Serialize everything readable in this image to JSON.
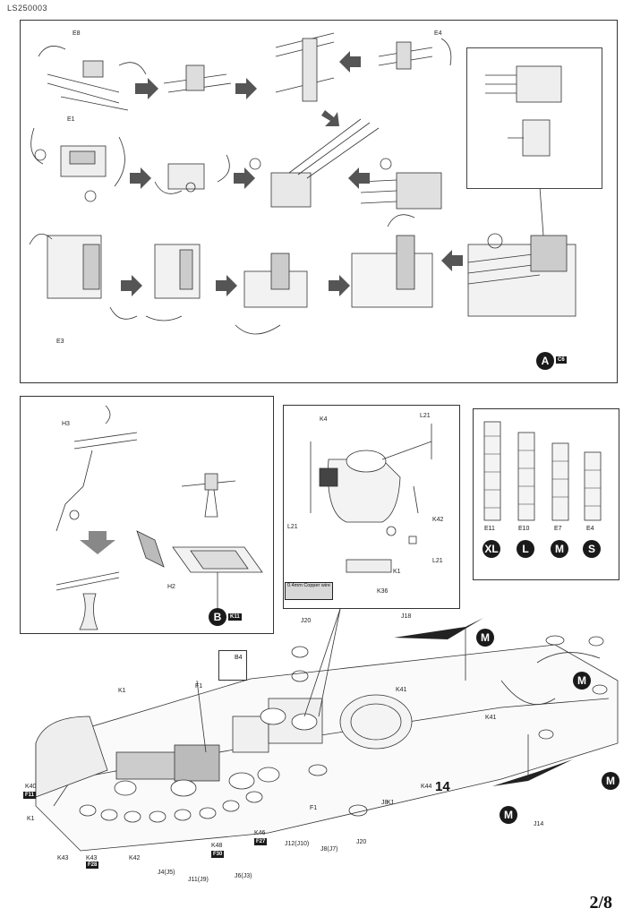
{
  "document": {
    "id": "LS250003",
    "page": "2/8"
  },
  "top_panel": {
    "labels": [
      "E8",
      "E4",
      "E1",
      "E3"
    ],
    "assembly_ref": "A",
    "assembly_ref_tag": "C6"
  },
  "b_panel": {
    "labels": [
      "H3",
      "H2"
    ],
    "assembly_ref": "B",
    "assembly_ref_tag": "K11"
  },
  "k_panel": {
    "labels": [
      "K4",
      "L21",
      "L21",
      "K42",
      "K1",
      "L21",
      "K36"
    ],
    "copper_note": "0.4mm Copper wire"
  },
  "ladders": {
    "items": [
      {
        "part": "E11",
        "size": "XL"
      },
      {
        "part": "E10",
        "size": "L"
      },
      {
        "part": "E7",
        "size": "M"
      },
      {
        "part": "E4",
        "size": "S"
      }
    ]
  },
  "hull": {
    "labels": [
      "J20",
      "J18",
      "K1",
      "F1",
      "B4",
      "K41",
      "K41",
      "J8",
      "K40",
      "K1",
      "K43",
      "K43",
      "K42",
      "K48",
      "K46",
      "J4(J5)",
      "J11(J9)",
      "J6(J3)",
      "J12(J10)",
      "J8(J7)",
      "F1",
      "J20",
      "J14",
      "K44",
      "K1"
    ],
    "tags": [
      "F11",
      "F28",
      "F30",
      "F27"
    ],
    "size_marks": [
      "M",
      "M",
      "M",
      "M"
    ],
    "step_ref": "14"
  }
}
